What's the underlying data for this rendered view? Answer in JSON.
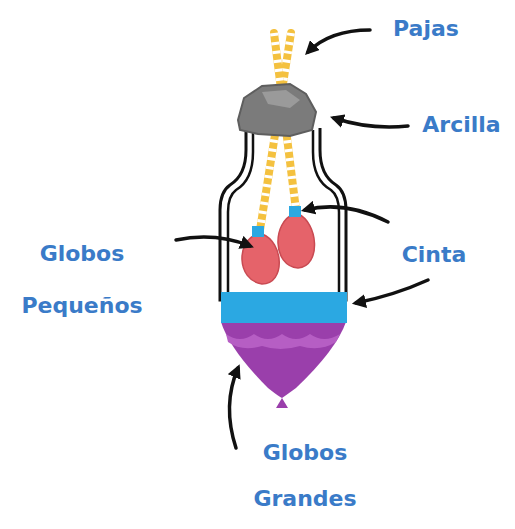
{
  "diagram": {
    "labels": [
      "Pajas",
      "Arcilla",
      "Globos Pequeños",
      "Cinta",
      "Globos Grandes"
    ]
  }
}
